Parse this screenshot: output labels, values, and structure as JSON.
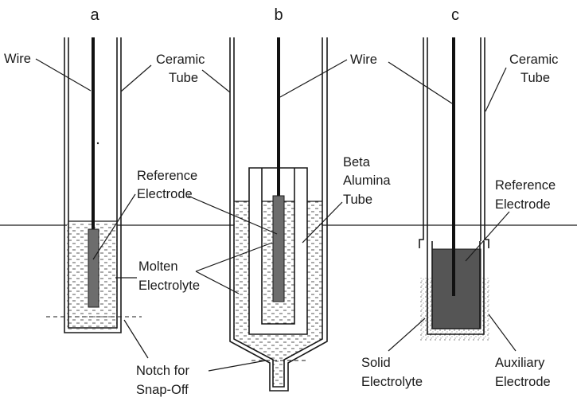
{
  "panels": {
    "a": {
      "letter": "a",
      "wire": "Wire",
      "ceramic_tube": [
        "Ceramic",
        "Tube"
      ],
      "reference_electrode": [
        "Reference",
        "Electrode"
      ],
      "molten_electrolyte": [
        "Molten",
        "Electrolyte"
      ]
    },
    "b": {
      "letter": "b",
      "wire": "Wire",
      "beta_alumina_tube": [
        "Beta",
        "Alumina",
        "Tube"
      ],
      "notch_for_snap_off": [
        "Notch for",
        "Snap-Off"
      ]
    },
    "c": {
      "letter": "c",
      "ceramic_tube": [
        "Ceramic",
        "Tube"
      ],
      "reference_electrode": [
        "Reference",
        "Electrode"
      ],
      "solid_electrolyte": [
        "Solid",
        "Electrolyte"
      ],
      "auxiliary_electrode": [
        "Auxiliary",
        "Electrode"
      ]
    }
  }
}
